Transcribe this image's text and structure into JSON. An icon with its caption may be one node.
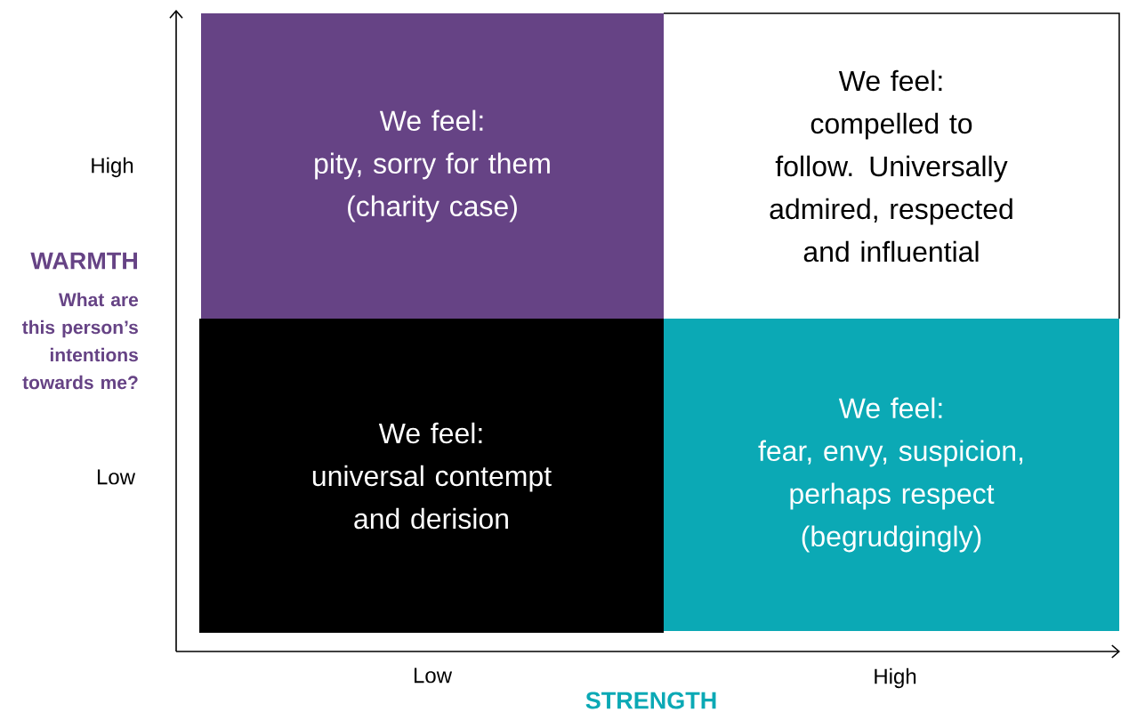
{
  "diagram": {
    "nodes": [
      {
        "text": [
          "We feel:",
          "pity, sorry for them (charity case)"
        ]
      },
      {
        "text": [
          "We feel:",
          "compelled to follow. Universally admired, respected and influential"
        ]
      },
      {
        "text": [
          "We feel:",
          "universal contempt and derision"
        ]
      },
      {
        "text": [
          "We feel:",
          "fear, envy, suspicion, perhaps respect (begrudgingly)"
        ]
      }
    ],
    "labels": [
      "High",
      "WARMTH",
      "What are this person’s intentions towards me?",
      "Low",
      "Low",
      "High",
      "STRENGTH"
    ]
  }
}
